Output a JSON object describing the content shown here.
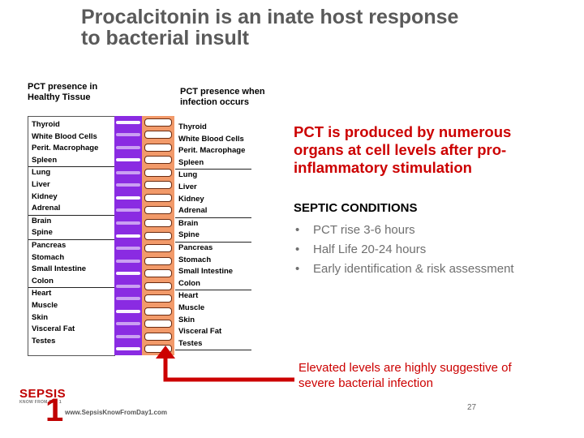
{
  "slide": {
    "title_line1": "Procalcitonin is an inate host response",
    "title_line2": "to bacterial insult",
    "page_number": "27"
  },
  "left_panel": {
    "caption_line1": "PCT presence in",
    "caption_line2": "Healthy Tissue"
  },
  "middle_panel": {
    "caption_line1": "PCT presence when",
    "caption_line2": "infection occurs"
  },
  "organ_groups": [
    [
      "Thyroid",
      "White Blood Cells",
      "Perit. Macrophage",
      "Spleen"
    ],
    [
      "Lung",
      "Liver",
      "Kidney",
      "Adrenal"
    ],
    [
      "Brain",
      "Spine"
    ],
    [
      "Pancreas",
      "Stomach",
      "Small Intestine",
      "Colon"
    ],
    [
      "Heart",
      "Muscle",
      "Skin",
      "Visceral Fat",
      "Testes"
    ]
  ],
  "right_panel": {
    "headline_line1": "PCT is produced by numerous",
    "headline_line2": "organs at cell levels after pro-",
    "headline_line3": "inflammatory stimulation",
    "septic_title": "SEPTIC CONDITIONS",
    "bullet_symbol": "•",
    "bullets": [
      "PCT rise 3-6 hours",
      "Half Life 20-24 hours",
      "Early identification & risk assessment"
    ],
    "elevated_line1": "Elevated levels are highly suggestive of",
    "elevated_line2": "severe bacterial infection"
  },
  "logo": {
    "word": "SEPSIS",
    "tagline": "KNOW FROM DAY 1",
    "digit": "1",
    "url": "www.SepsisKnowFromDay1.com"
  },
  "colors": {
    "title": "#5a5a5a",
    "accent_red": "#cc0000",
    "purple_bar": "#8a2be2",
    "orange_bar": "#f29a6a",
    "bullet_gray": "#6f6f6f"
  }
}
